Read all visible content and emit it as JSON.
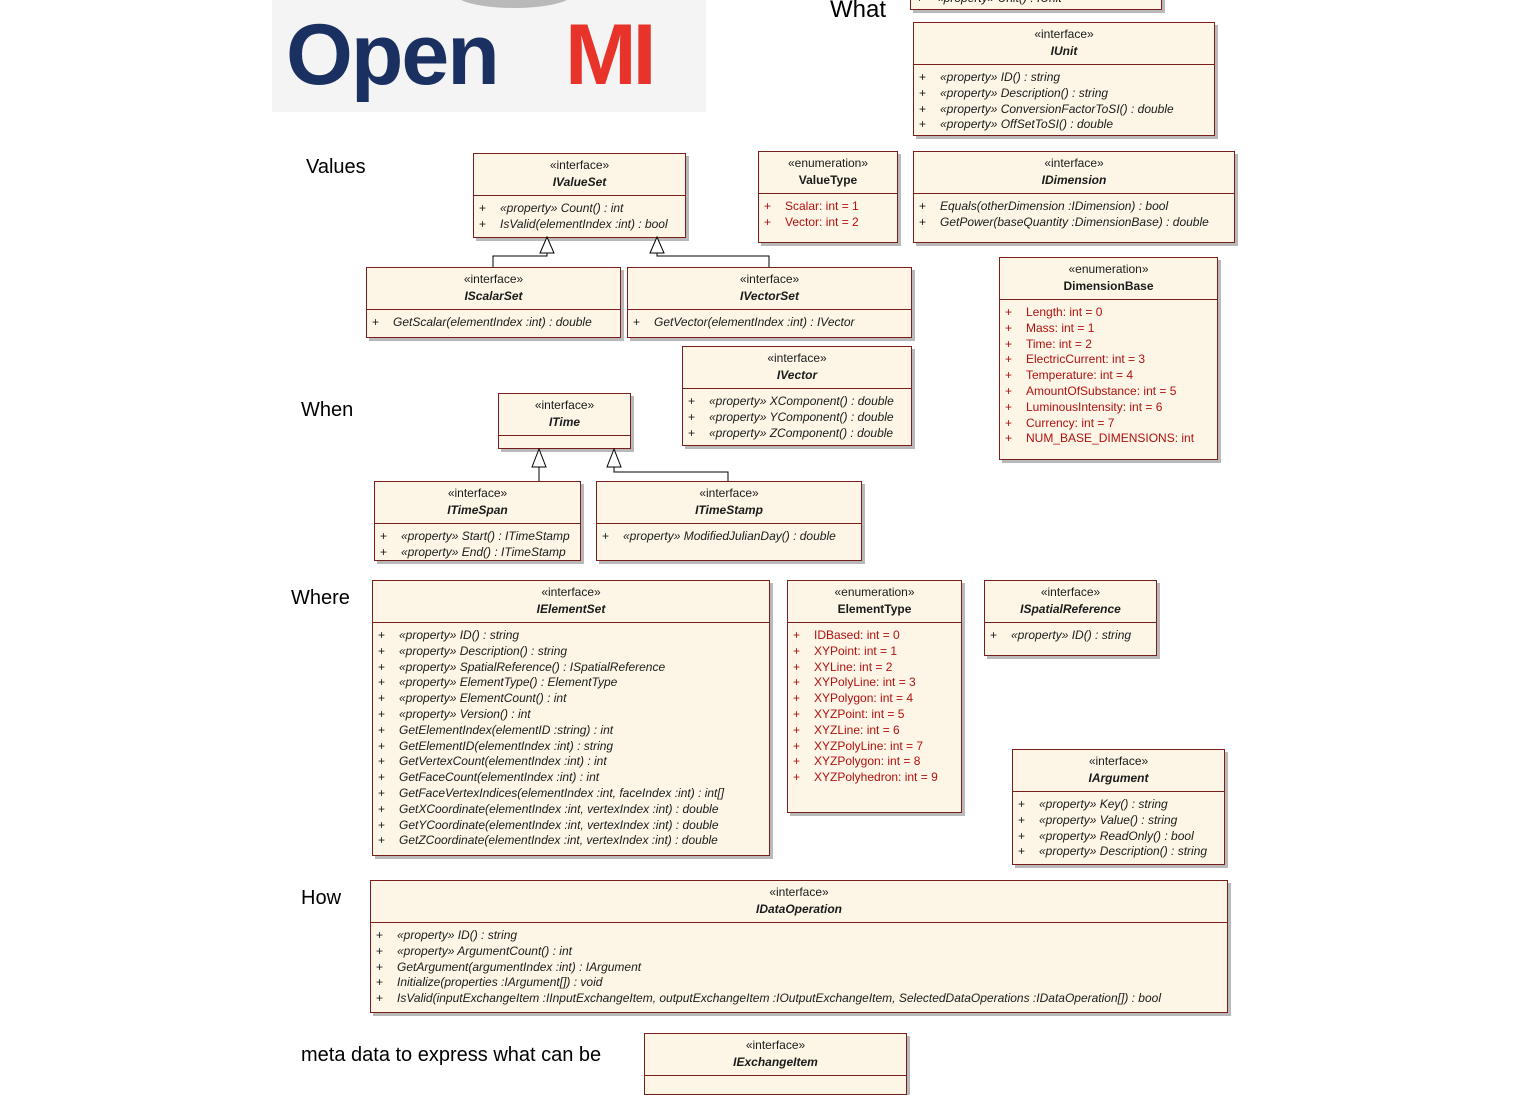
{
  "logo": {
    "part1": "Open",
    "part2": "MI"
  },
  "sections": {
    "what": "What",
    "values": "Values",
    "when": "When",
    "where": "Where",
    "how": "How",
    "meta": "meta data to express what can be"
  },
  "boxes": {
    "top_partial": {
      "rows": [
        "«property» Unit() : IUnit"
      ]
    },
    "iunit": {
      "stereotype": "«interface»",
      "name": "IUnit",
      "rows": [
        "«property» ID() : string",
        "«property» Description() : string",
        "«property» ConversionFactorToSI() : double",
        "«property» OffSetToSI() : double"
      ]
    },
    "ivalueset": {
      "stereotype": "«interface»",
      "name": "IValueSet",
      "rows": [
        "«property» Count() : int",
        "IsValid(elementIndex :int) : bool"
      ]
    },
    "valuetype": {
      "stereotype": "«enumeration»",
      "name": "ValueType",
      "rows": [
        "Scalar:  int = 1",
        "Vector:  int = 2"
      ]
    },
    "idimension": {
      "stereotype": "«interface»",
      "name": "IDimension",
      "rows": [
        "Equals(otherDimension :IDimension) : bool",
        "GetPower(baseQuantity :DimensionBase) : double"
      ]
    },
    "iscalarset": {
      "stereotype": "«interface»",
      "name": "IScalarSet",
      "rows": [
        "GetScalar(elementIndex :int) : double"
      ]
    },
    "ivectorset": {
      "stereotype": "«interface»",
      "name": "IVectorSet",
      "rows": [
        "GetVector(elementIndex :int) : IVector"
      ]
    },
    "dimensionbase": {
      "stereotype": "«enumeration»",
      "name": "DimensionBase",
      "rows": [
        "Length:  int = 0",
        "Mass:  int = 1",
        "Time:  int = 2",
        "ElectricCurrent:  int = 3",
        "Temperature:  int = 4",
        "AmountOfSubstance:  int = 5",
        "LuminousIntensity:  int = 6",
        "Currency:  int = 7",
        "NUM_BASE_DIMENSIONS:  int"
      ]
    },
    "ivector": {
      "stereotype": "«interface»",
      "name": "IVector",
      "rows": [
        "«property» XComponent() : double",
        "«property» YComponent() : double",
        "«property» ZComponent() : double"
      ]
    },
    "itime": {
      "stereotype": "«interface»",
      "name": "ITime",
      "rows": []
    },
    "itimespan": {
      "stereotype": "«interface»",
      "name": "ITimeSpan",
      "rows": [
        "«property» Start() : ITimeStamp",
        "«property» End() : ITimeStamp"
      ]
    },
    "itimestamp": {
      "stereotype": "«interface»",
      "name": "ITimeStamp",
      "rows": [
        "«property» ModifiedJulianDay() : double"
      ]
    },
    "ielementset": {
      "stereotype": "«interface»",
      "name": "IElementSet",
      "rows": [
        "«property» ID() : string",
        "«property» Description() : string",
        "«property» SpatialReference() : ISpatialReference",
        "«property» ElementType() : ElementType",
        "«property» ElementCount() : int",
        "«property» Version() : int",
        "GetElementIndex(elementID :string) : int",
        "GetElementID(elementIndex :int) : string",
        "GetVertexCount(elementIndex :int) : int",
        "GetFaceCount(elementIndex :int) : int",
        "GetFaceVertexIndices(elementIndex :int, faceIndex :int) : int[]",
        "GetXCoordinate(elementIndex :int, vertexIndex :int) : double",
        "GetYCoordinate(elementIndex :int, vertexIndex :int) : double",
        "GetZCoordinate(elementIndex :int, vertexIndex :int) : double"
      ]
    },
    "elementtype": {
      "stereotype": "«enumeration»",
      "name": "ElementType",
      "rows": [
        "IDBased:  int = 0",
        "XYPoint:  int = 1",
        "XYLine:  int = 2",
        "XYPolyLine:  int = 3",
        "XYPolygon:  int = 4",
        "XYZPoint:  int = 5",
        "XYZLine:  int = 6",
        "XYZPolyLine:  int = 7",
        "XYZPolygon:  int = 8",
        "XYZPolyhedron:  int = 9"
      ]
    },
    "ispatialreference": {
      "stereotype": "«interface»",
      "name": "ISpatialReference",
      "rows": [
        "«property» ID() : string"
      ]
    },
    "iargument": {
      "stereotype": "«interface»",
      "name": "IArgument",
      "rows": [
        "«property» Key() : string",
        "«property» Value() : string",
        "«property» ReadOnly() : bool",
        "«property» Description() : string"
      ]
    },
    "idataoperation": {
      "stereotype": "«interface»",
      "name": "IDataOperation",
      "rows": [
        "«property» ID() : string",
        "«property» ArgumentCount() : int",
        "GetArgument(argumentIndex :int) : IArgument",
        "Initialize(properties :IArgument[]) : void",
        "IsValid(inputExchangeItem :IInputExchangeItem, outputExchangeItem :IOutputExchangeItem, SelectedDataOperations :IDataOperation[]) : bool"
      ]
    },
    "iexchangeitem": {
      "stereotype": "«interface»",
      "name": "IExchangeItem",
      "rows": []
    }
  },
  "row_prefix": "+"
}
